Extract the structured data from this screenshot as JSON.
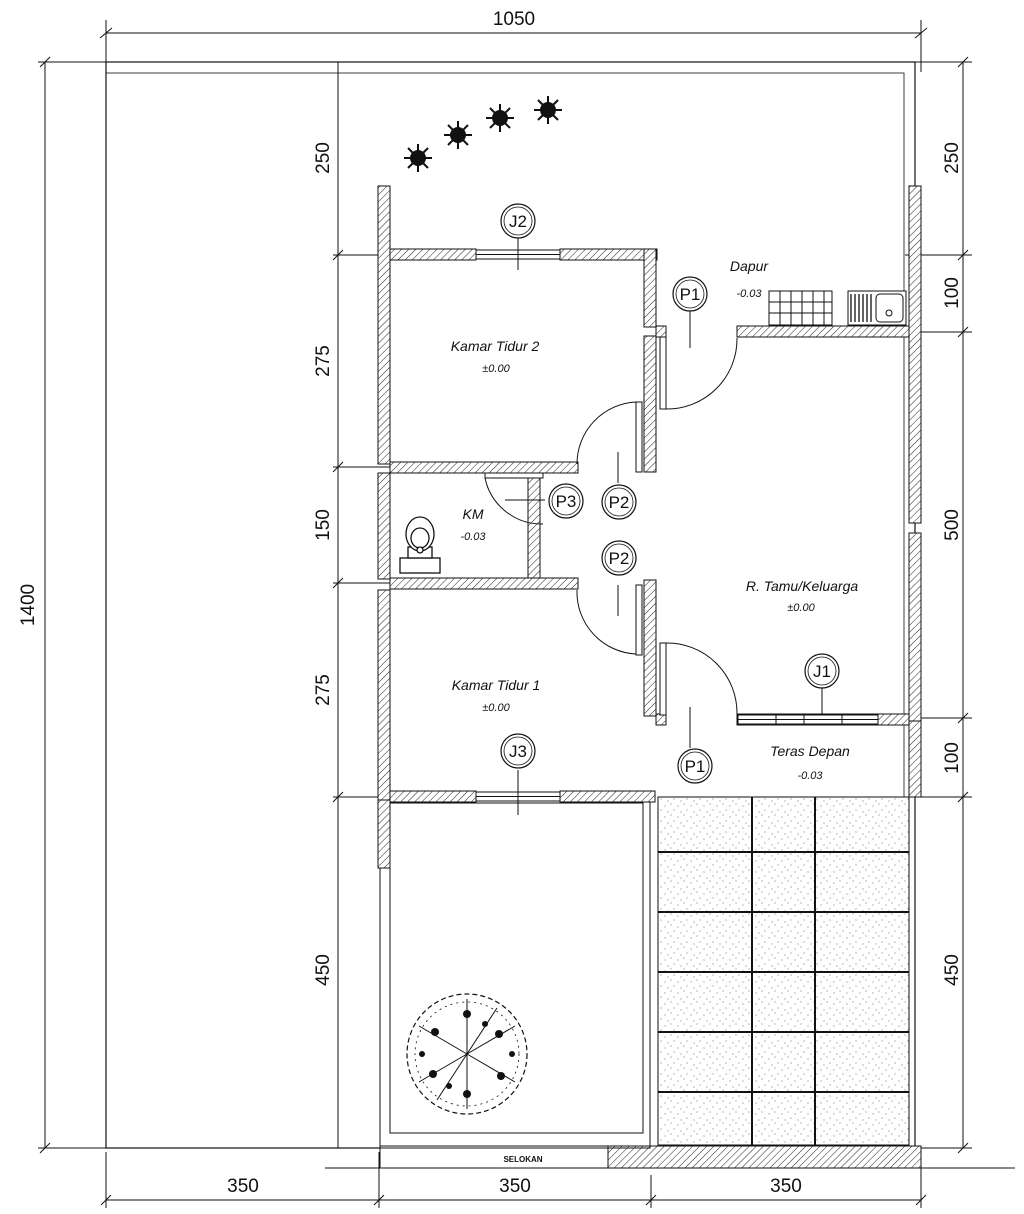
{
  "dimensions": {
    "top_total": "1050",
    "left_total": "1400",
    "left_segments": [
      "250",
      "275",
      "150",
      "275",
      "450"
    ],
    "right_segments": [
      "250",
      "100",
      "500",
      "100",
      "450"
    ],
    "bottom_segments": [
      "350",
      "350",
      "350"
    ]
  },
  "rooms": {
    "kamar_tidur_2": {
      "name": "Kamar Tidur 2",
      "level": "±0.00"
    },
    "kamar_tidur_1": {
      "name": "Kamar Tidur 1",
      "level": "±0.00"
    },
    "km": {
      "name": "KM",
      "level": "-0.03"
    },
    "dapur": {
      "name": "Dapur",
      "level": "-0.03"
    },
    "ruang_tamu": {
      "name": "R. Tamu/Keluarga",
      "level": "±0.00"
    },
    "teras": {
      "name": "Teras Depan",
      "level": "-0.03"
    }
  },
  "tags": {
    "j1": "J1",
    "j2": "J2",
    "j3": "J3",
    "p1_top": "P1",
    "p1_bottom": "P1",
    "p2_upper": "P2",
    "p2_lower": "P2",
    "p3": "P3"
  },
  "labels": {
    "selokan": "SELOKAN"
  }
}
